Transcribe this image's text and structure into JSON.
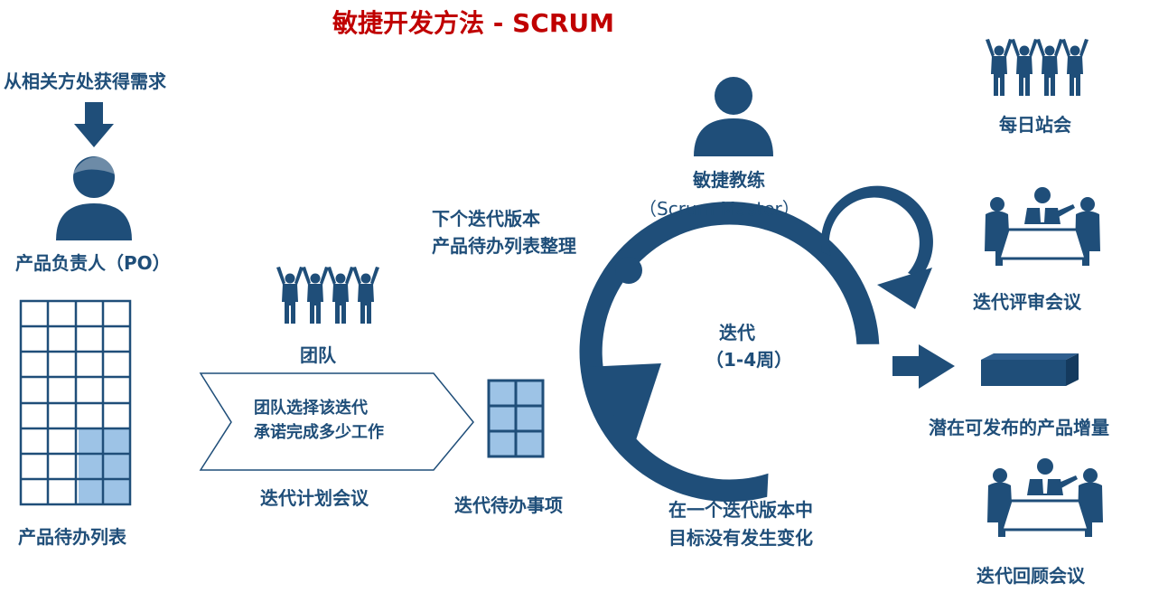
{
  "title": "敏捷开发方法 - SCRUM",
  "stakeholders": "从相关方处获得需求",
  "product_owner": "产品负责人（PO）",
  "product_backlog": "产品待办列表",
  "team": "团队",
  "planning_box": {
    "line1": "团队选择该迭代",
    "line2": "承诺完成多少工作"
  },
  "planning_meeting": "迭代计划会议",
  "sprint_backlog": "迭代待办事项",
  "refinement": {
    "line1": "下个迭代版本",
    "line2": "产品待办列表整理"
  },
  "scrum_master": {
    "line1": "敏捷教练",
    "line2": "（Scrum Master）"
  },
  "sprint": {
    "line1": "迭代",
    "line2": "（1-4周）"
  },
  "no_change": {
    "line1": "在一个迭代版本中",
    "line2": "目标没有发生变化"
  },
  "daily_standup": "每日站会",
  "sprint_review": "迭代评审会议",
  "increment": "潜在可发布的产品增量",
  "retrospective": "迭代回顾会议",
  "colors": {
    "primary": "#1f4e79",
    "title": "#c00000",
    "highlight": "#9dc3e6"
  },
  "icons": [
    "down-arrow-icon",
    "person-icon",
    "team-icon",
    "meeting-icon",
    "right-arrow-icon",
    "cycle-arrow-icon",
    "product-bar-icon"
  ]
}
